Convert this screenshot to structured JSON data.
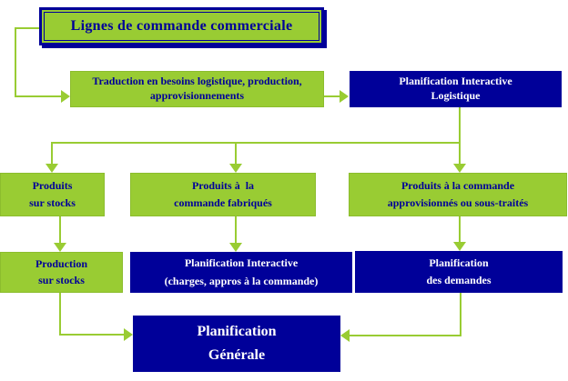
{
  "title": "Lignes de commande commerciale",
  "colors": {
    "box_green": "#99CC33",
    "navy": "#000099",
    "connector_green": "#99CC33",
    "text_on_navy": "#FFFFFF",
    "background": "#FFFFFF"
  },
  "boxes": {
    "traduction": {
      "line1": "Traduction en besoins logistique, production,",
      "line2": "approvisionnements"
    },
    "planification_logistique": {
      "line1": "Planification Interactive",
      "line2": "Logistique"
    },
    "produits_sur_stocks": {
      "line1": "Produits",
      "line2": "sur stocks"
    },
    "produits_commande_fabriques": {
      "line1": "Produits à  la",
      "line2": "commande fabriqués"
    },
    "produits_commande_approvisionnes": {
      "line1": "Produits à la commande",
      "line2": "approvisionnés ou sous-traités"
    },
    "production_sur_stocks": {
      "line1": "Production",
      "line2": "sur stocks"
    },
    "planification_interactive_charges": {
      "line1": "Planification Interactive",
      "line2": "(charges, appros à la commande)"
    },
    "planification_demandes": {
      "line1": "Planification",
      "line2": "des demandes"
    },
    "planification_generale": {
      "line1": "Planification",
      "line2": "Générale"
    }
  }
}
